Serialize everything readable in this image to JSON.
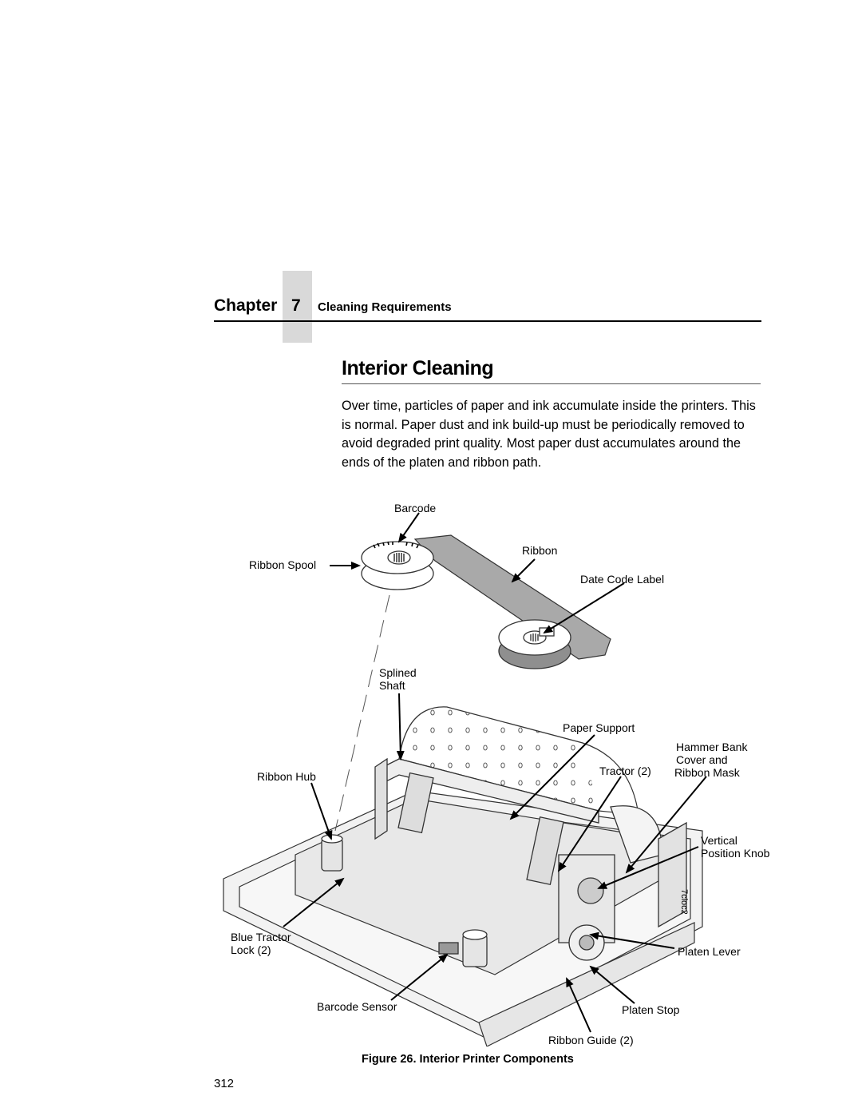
{
  "header": {
    "chapter_word": "Chapter",
    "chapter_number": "7",
    "chapter_title": "Cleaning Requirements"
  },
  "section": {
    "title": "Interior Cleaning",
    "body": "Over time, particles of paper and ink accumulate inside the printers. This is normal. Paper dust and ink build-up must be periodically removed to avoid degraded print quality. Most paper dust accumulates around the ends of the platen and ribbon path."
  },
  "figure": {
    "labels": {
      "barcode": "Barcode",
      "ribbon": "Ribbon",
      "ribbon_spool": "Ribbon Spool",
      "date_code_label": "Date Code Label",
      "splined_shaft_1": "Splined",
      "splined_shaft_2": "Shaft",
      "paper_support": "Paper Support",
      "hammer_bank_1": "Hammer Bank",
      "hammer_bank_2": "Cover and",
      "hammer_bank_3": "Ribbon Mask",
      "tractor": "Tractor (2)",
      "ribbon_hub": "Ribbon Hub",
      "vertical_position_1": "Vertical",
      "vertical_position_2": "Position Knob",
      "blue_tractor_1": "Blue Tractor",
      "blue_tractor_2": "Lock (2)",
      "platen_lever": "Platen Lever",
      "barcode_sensor": "Barcode Sensor",
      "platen_stop": "Platen Stop",
      "ribbon_guide": "Ribbon Guide (2)",
      "figure_code": "7cloc2"
    },
    "caption": "Figure 26. Interior Printer Components"
  },
  "footer": {
    "page_number": "312"
  }
}
